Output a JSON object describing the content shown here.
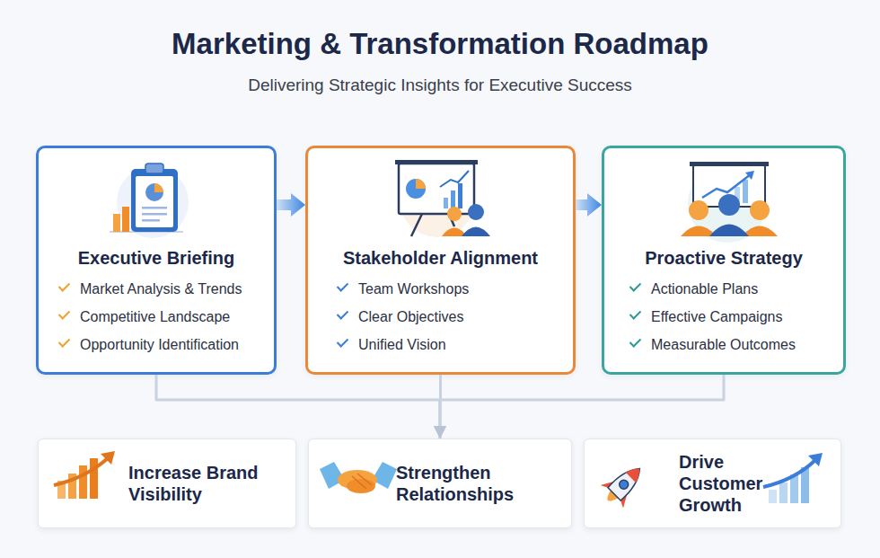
{
  "diagram": {
    "title": "Marketing & Transformation Roadmap",
    "nodes": [
      {
        "text": [
          "Executive Briefing",
          "Market Analysis & Trends",
          "Competitive Landscape",
          "Opportunity Identification"
        ]
      },
      {
        "text": [
          "Stakeholder Alignment",
          "Team Workshops",
          "Clear Objectives",
          "Unified Vision"
        ]
      },
      {
        "text": [
          "Proactive Strategy",
          "Actionable Plans",
          "Effective Campaigns",
          "Measurable Outcomes"
        ]
      },
      {
        "text": [
          "Increase Brand Visibility"
        ]
      },
      {
        "text": [
          "Strengthen Relationships"
        ]
      },
      {
        "text": [
          "Drive Customer Growth"
        ]
      }
    ],
    "edges": [
      {
        "from": 0,
        "to": 1,
        "arrow": "to"
      },
      {
        "from": 1,
        "to": 2,
        "arrow": "to"
      },
      {
        "from": 0,
        "to": 4,
        "arrow": "to"
      },
      {
        "from": 1,
        "to": 4,
        "arrow": "to"
      },
      {
        "from": 2,
        "to": 4,
        "arrow": "to"
      }
    ],
    "labels": [
      "Delivering Strategic Insights for Executive Success"
    ]
  }
}
